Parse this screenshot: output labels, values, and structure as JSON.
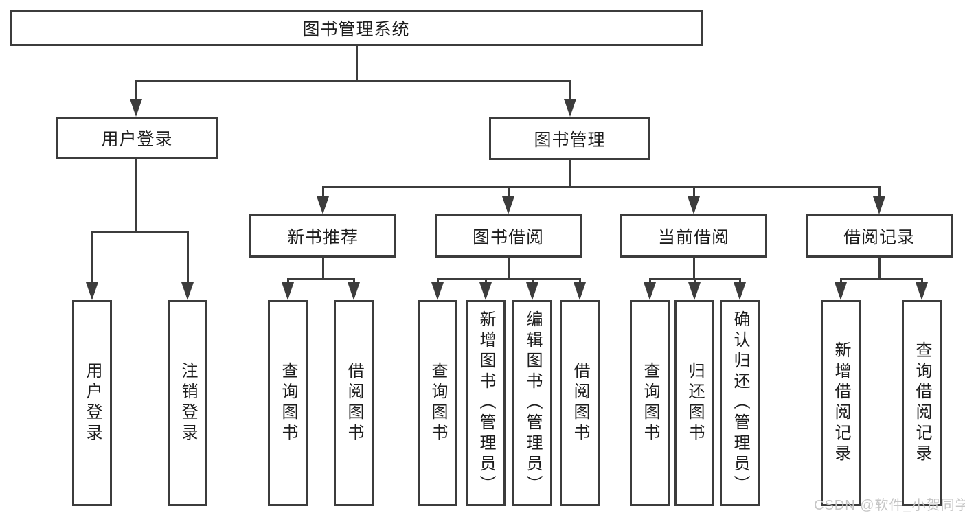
{
  "diagram_title": "图书管理系统",
  "nodes": {
    "root": {
      "label": "图书管理系统"
    },
    "user_login": {
      "label": "用户登录"
    },
    "book_management": {
      "label": "图书管理"
    },
    "new_book_recommend": {
      "label": "新书推荐"
    },
    "book_borrowing": {
      "label": "图书借阅"
    },
    "current_borrowing": {
      "label": "当前借阅"
    },
    "borrowing_records": {
      "label": "借阅记录"
    },
    "leaf_user_login": {
      "label": "用户登录"
    },
    "leaf_logout": {
      "label": "注销登录"
    },
    "leaf_query_books_recommend": {
      "label": "查询图书"
    },
    "leaf_borrow_books_recommend": {
      "label": "借阅图书"
    },
    "leaf_query_books_borrowing": {
      "label": "查询图书"
    },
    "leaf_add_books_admin": {
      "label": "新增图书（管理员）"
    },
    "leaf_edit_books_admin": {
      "label": "编辑图书（管理员）"
    },
    "leaf_borrow_books_borrowing": {
      "label": "借阅图书"
    },
    "leaf_query_books_current": {
      "label": "查询图书"
    },
    "leaf_return_books": {
      "label": "归还图书"
    },
    "leaf_confirm_return_admin": {
      "label": "确认归还（管理员）"
    },
    "leaf_add_borrow_record": {
      "label": "新增借阅记录"
    },
    "leaf_query_borrow_record": {
      "label": "查询借阅记录"
    }
  },
  "edges": [
    [
      "root",
      "user_login"
    ],
    [
      "root",
      "book_management"
    ],
    [
      "user_login",
      "leaf_user_login"
    ],
    [
      "user_login",
      "leaf_logout"
    ],
    [
      "book_management",
      "new_book_recommend"
    ],
    [
      "book_management",
      "book_borrowing"
    ],
    [
      "book_management",
      "current_borrowing"
    ],
    [
      "book_management",
      "borrowing_records"
    ],
    [
      "new_book_recommend",
      "leaf_query_books_recommend"
    ],
    [
      "new_book_recommend",
      "leaf_borrow_books_recommend"
    ],
    [
      "book_borrowing",
      "leaf_query_books_borrowing"
    ],
    [
      "book_borrowing",
      "leaf_add_books_admin"
    ],
    [
      "book_borrowing",
      "leaf_edit_books_admin"
    ],
    [
      "book_borrowing",
      "leaf_borrow_books_borrowing"
    ],
    [
      "current_borrowing",
      "leaf_query_books_current"
    ],
    [
      "current_borrowing",
      "leaf_return_books"
    ],
    [
      "current_borrowing",
      "leaf_confirm_return_admin"
    ],
    [
      "borrowing_records",
      "leaf_add_borrow_record"
    ],
    [
      "borrowing_records",
      "leaf_query_borrow_record"
    ]
  ],
  "watermark": {
    "text": "CSDN @软件_小贺同学"
  },
  "colors": {
    "line": "#3c3c3c",
    "text": "#1d1d1d",
    "watermark": "#c6c6c6",
    "background": "#ffffff"
  }
}
